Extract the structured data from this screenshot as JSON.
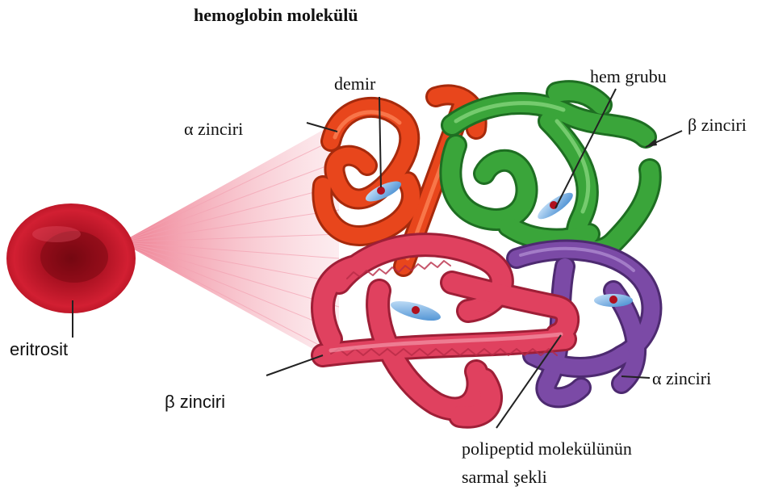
{
  "title": "hemoglobin molekülü",
  "labels": {
    "iron": "demir",
    "heme_group": "hem grubu",
    "alpha_chain_top": "α zinciri",
    "beta_chain_top": "β zinciri",
    "erythrocyte": "eritrosit",
    "beta_chain_bottom": "β zinciri",
    "alpha_chain_bottom": "α zinciri",
    "polypeptide_line1": "polipeptid molekülünün",
    "polypeptide_line2": "sarmal şekli"
  },
  "colors": {
    "alpha_top_subunit": "#e8461c",
    "beta_top_subunit": "#3aa53a",
    "beta_bottom_subunit": "#e0415f",
    "alpha_bottom_subunit": "#7b4aa6",
    "erythrocyte": "#c4162a",
    "heme_disc": "#8ec5ee"
  }
}
